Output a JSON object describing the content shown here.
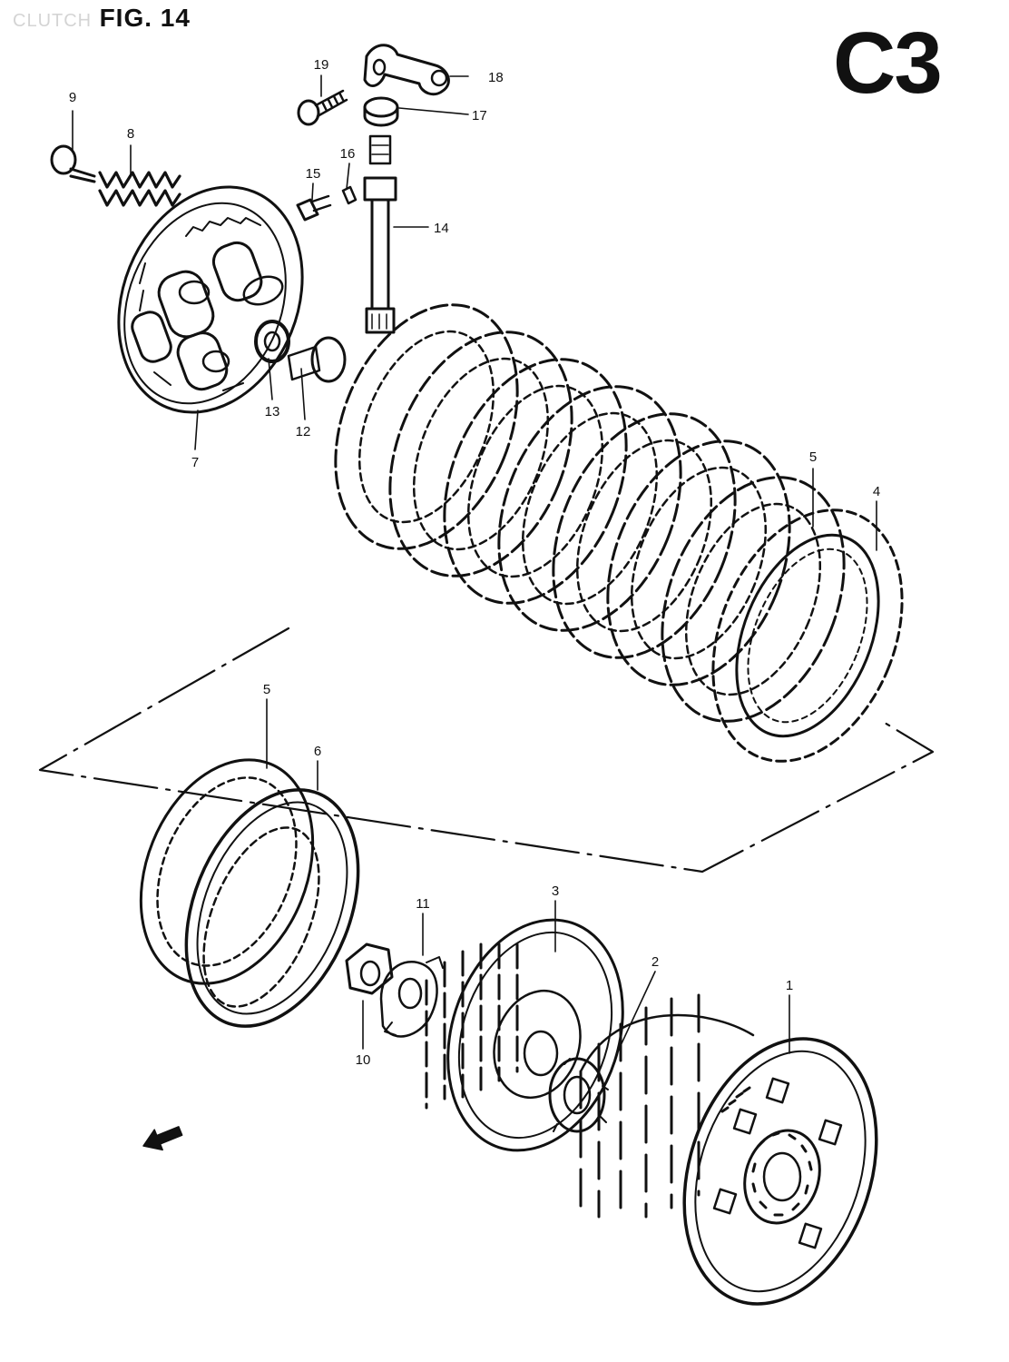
{
  "header": {
    "section_label": "CLUTCH",
    "figure_label": "FIG. 14",
    "code": "C3"
  },
  "callouts": {
    "p1": "1",
    "p2": "2",
    "p3": "3",
    "p4": "4",
    "p5a": "5",
    "p5b": "5",
    "p6": "6",
    "p7": "7",
    "p8": "8",
    "p9": "9",
    "p10": "10",
    "p11": "11",
    "p12": "12",
    "p13": "13",
    "p14": "14",
    "p15": "15",
    "p16": "16",
    "p17": "17",
    "p18": "18",
    "p19": "19"
  },
  "icons": {
    "front_arrow": "fwd-arrow-icon"
  },
  "colors": {
    "ink": "#111111",
    "background": "#ffffff",
    "faint_text": "#d4d4d4"
  }
}
